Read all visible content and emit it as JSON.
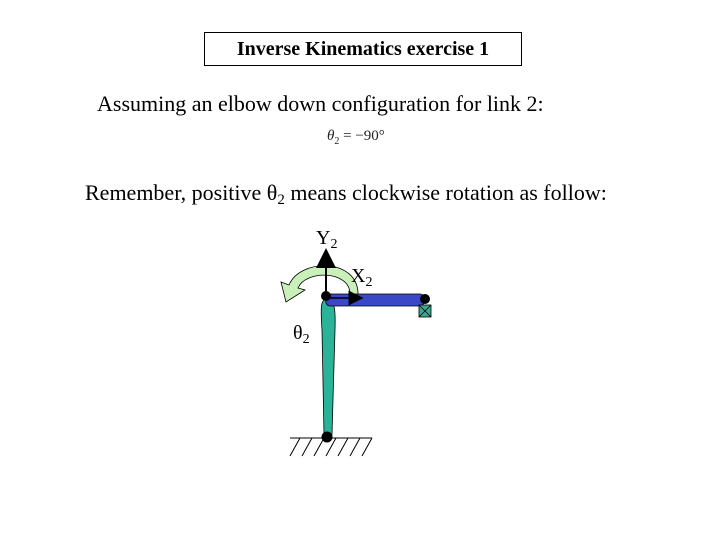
{
  "slide": {
    "title": "Inverse Kinematics exercise 1",
    "line1": "Assuming an elbow down configuration for link 2:",
    "formula": {
      "symbol": "θ",
      "subscript": "2",
      "rhs": "= −90°"
    },
    "line2": {
      "before": "Remember, positive θ",
      "subscript": "2",
      "after": " means clockwise rotation as follow:"
    }
  },
  "diagram": {
    "y_axis_label": "Y",
    "y_axis_subscript": "2",
    "x_axis_label": "X",
    "x_axis_subscript": "2",
    "angle_label": "θ",
    "angle_subscript": "2",
    "colors": {
      "link1": "#2bb39a",
      "link2": "#3a48c8",
      "arc": "#c8f0b8",
      "joint": "#000000",
      "effector": "#3aa890"
    }
  }
}
